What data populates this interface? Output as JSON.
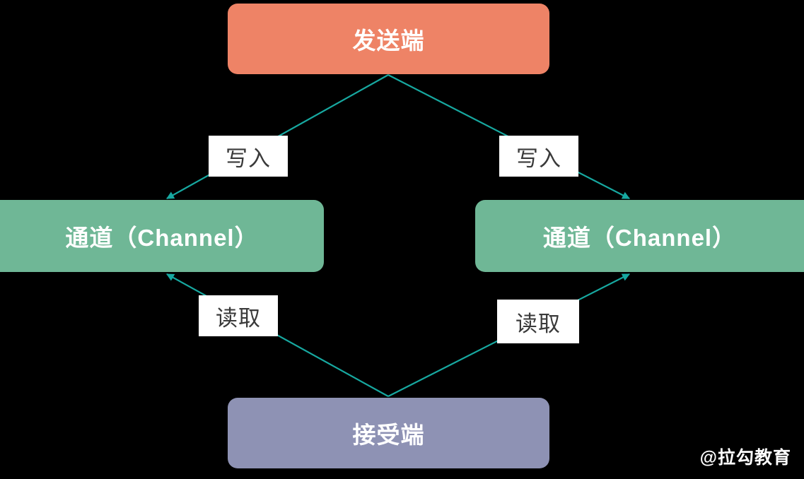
{
  "diagram": {
    "title": "Channel message flow diagram",
    "background_color": "#000000",
    "nodes": {
      "sender": {
        "label": "发送端",
        "color": "#ee8366"
      },
      "channel_left": {
        "label": "通道（Channel）",
        "color": "#6fb796"
      },
      "channel_right": {
        "label": "通道（Channel）",
        "color": "#6fb796"
      },
      "receiver": {
        "label": "接受端",
        "color": "#8e92b4"
      }
    },
    "edges": {
      "arrow_color": "#17a8a0",
      "write_left": {
        "label": "写入",
        "from": "sender",
        "to": "channel_left"
      },
      "write_right": {
        "label": "写入",
        "from": "sender",
        "to": "channel_right"
      },
      "read_left": {
        "label": "读取",
        "from": "receiver",
        "to": "channel_left"
      },
      "read_right": {
        "label": "读取",
        "from": "receiver",
        "to": "channel_right"
      }
    },
    "watermark": "@拉勾教育"
  }
}
